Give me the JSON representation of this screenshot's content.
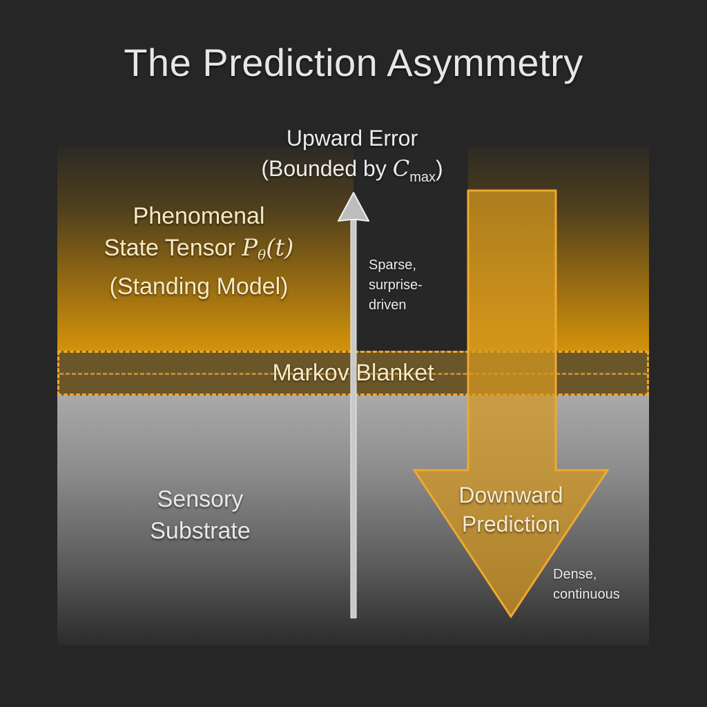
{
  "title": "The Prediction Asymmetry",
  "regions": {
    "standing_model": {
      "line1": "Phenomenal",
      "line2_text": "State Tensor ",
      "line2_math": "P",
      "line2_math_sub": "θ",
      "line2_math_arg": "(t)",
      "line3": "(Standing Model)"
    },
    "markov_blanket": {
      "label": "Markov Blanket"
    },
    "sensory_substrate": {
      "line1": "Sensory",
      "line2": "Substrate"
    }
  },
  "arrows": {
    "upward": {
      "line1": "Upward Error",
      "line2_prefix": "(Bounded by ",
      "line2_math": "C",
      "line2_sub": "max",
      "line2_suffix": ")",
      "note_line1": "Sparse,",
      "note_line2": "surprise-",
      "note_line3": "driven"
    },
    "downward": {
      "line1": "Downward",
      "line2": "Prediction",
      "note_line1": "Dense,",
      "note_line2": "continuous"
    }
  },
  "colors": {
    "background": "#262626",
    "orange_accent": "#f0a830",
    "orange_fill": "#d4930b",
    "blanket_fill": "#6a5629",
    "sensory_gray": "#a9a9a9",
    "up_arrow": "#c8c8c8"
  }
}
